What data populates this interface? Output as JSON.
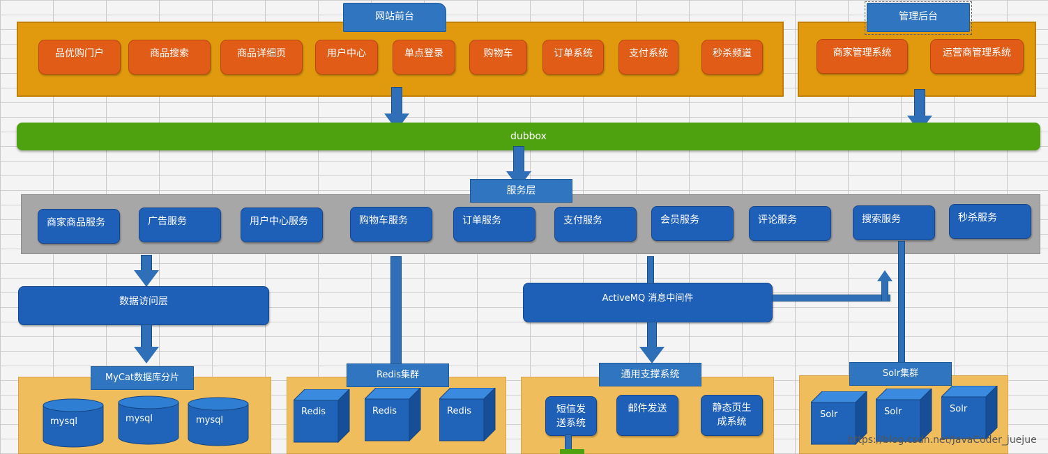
{
  "frontend": {
    "title": "网站前台",
    "items": [
      "品优购门户",
      "商品搜索",
      "商品详细页",
      "用户中心",
      "单点登录",
      "购物车",
      "订单系统",
      "支付系统",
      "秒杀频道"
    ]
  },
  "backend": {
    "title": "管理后台",
    "items": [
      "商家管理系统",
      "运营商管理系统"
    ]
  },
  "bus": {
    "label": "dubbox"
  },
  "service_layer": {
    "title": "服务层",
    "items": [
      "商家商品服务",
      "广告服务",
      "用户中心服务",
      "购物车服务",
      "订单服务",
      "支付服务",
      "会员服务",
      "评论服务",
      "搜索服务",
      "秒杀服务"
    ]
  },
  "data_access": {
    "label": "数据访问层"
  },
  "mq": {
    "label": "ActiveMQ 消息中间件"
  },
  "mycat": {
    "title": "MyCat数据库分片",
    "items": [
      "mysql",
      "mysql",
      "mysql"
    ]
  },
  "redis": {
    "title": "Redis集群",
    "items": [
      "Redis",
      "Redis",
      "Redis"
    ]
  },
  "support": {
    "title": "通用支撑系统",
    "items": [
      "短信发送系统",
      "邮件发送",
      "静态页生成系统"
    ]
  },
  "solr": {
    "title": "Solr集群",
    "items": [
      "Solr",
      "Solr",
      "Solr"
    ]
  },
  "watermark": "https://blog.csdn.net/JavaCoder_juejue",
  "colors": {
    "orange_panel": "#e19a0e",
    "orange_item": "#e05c17",
    "blue": "#1e5fb8",
    "green": "#4fa20f",
    "gray": "#a7a7a7",
    "sand": "#efbd5c"
  }
}
